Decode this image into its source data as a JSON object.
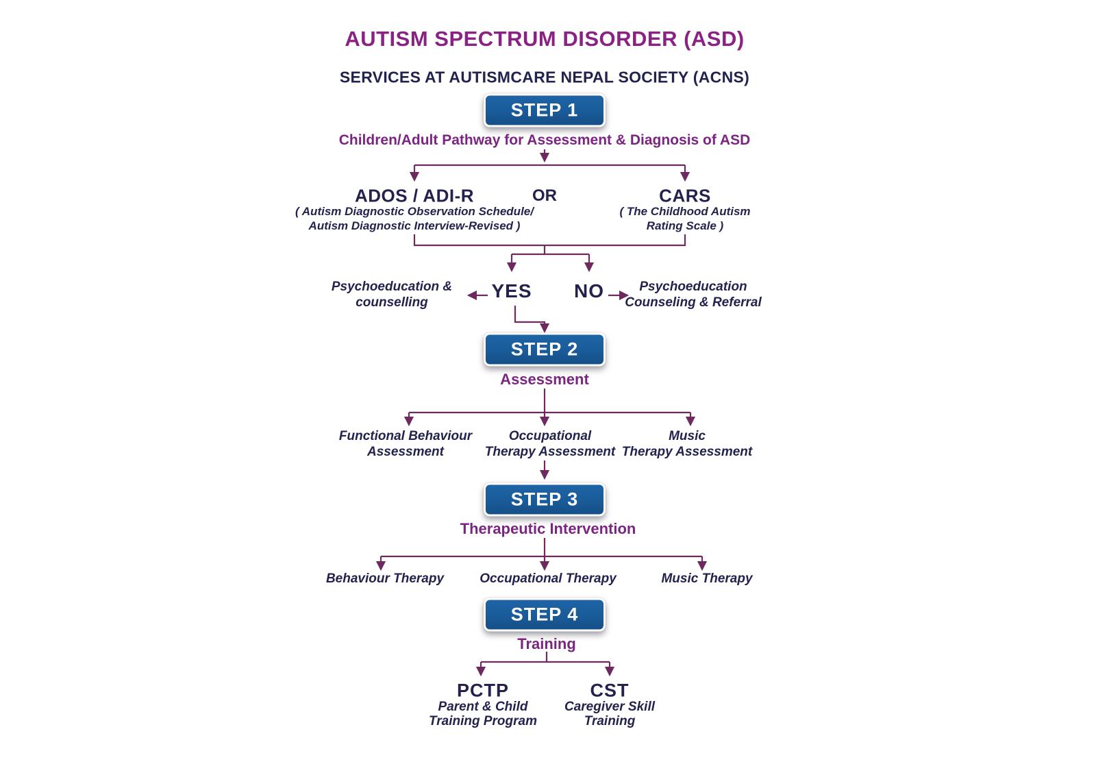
{
  "title": "AUTISM SPECTRUM DISORDER (ASD)",
  "subtitle": "SERVICES AT AUTISMCARE NEPAL SOCIETY (ACNS)",
  "colors": {
    "title_purple": "#8A2284",
    "caption_purple": "#7B2481",
    "navy": "#23224F",
    "line_purple": "#6E2A5E",
    "badge_blue": "#1A5B99",
    "badge_text": "#FFFFFF",
    "background": "#FFFFFF"
  },
  "step1": {
    "badge": "STEP 1",
    "caption": "Children/Adult Pathway for Assessment & Diagnosis of ASD"
  },
  "diagnosis": {
    "ados": {
      "title": "ADOS / ADI-R",
      "sub1": "( Autism Diagnostic Observation Schedule/",
      "sub2": "Autism Diagnostic Interview-Revised )"
    },
    "or_label": "OR",
    "cars": {
      "title": "CARS",
      "sub1": "( The Childhood Autism",
      "sub2": "Rating Scale )"
    }
  },
  "decision": {
    "yes": "YES",
    "no": "NO",
    "yes_outcome": {
      "line1": "Psychoeducation &",
      "line2": "counselling"
    },
    "no_outcome": {
      "line1": "Psychoeducation",
      "line2": "Counseling & Referral"
    }
  },
  "step2": {
    "badge": "STEP 2",
    "caption": "Assessment"
  },
  "assessments": [
    {
      "line1": "Functional Behaviour",
      "line2": "Assessment"
    },
    {
      "line1": "Occupational",
      "line2": "Therapy Assessment"
    },
    {
      "line1": "Music",
      "line2": "Therapy Assessment"
    }
  ],
  "step3": {
    "badge": "STEP 3",
    "caption": "Therapeutic Intervention"
  },
  "therapies": [
    "Behaviour Therapy",
    "Occupational Therapy",
    "Music Therapy"
  ],
  "step4": {
    "badge": "STEP 4",
    "caption": "Training"
  },
  "trainings": [
    {
      "abbr": "PCTP",
      "line1": "Parent & Child",
      "line2": "Training Program"
    },
    {
      "abbr": "CST",
      "line1": "Caregiver Skill",
      "line2": "Training"
    }
  ]
}
